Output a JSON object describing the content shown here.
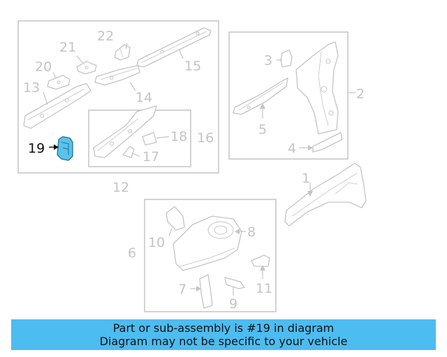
{
  "labels": {
    "l1": "1",
    "l2": "2",
    "l3": "3",
    "l4": "4",
    "l5": "5",
    "l6": "6",
    "l7": "7",
    "l8": "8",
    "l9": "9",
    "l10": "10",
    "l11": "11",
    "l12": "12",
    "l13": "13",
    "l14": "14",
    "l15": "15",
    "l16": "16",
    "l17": "17",
    "l18": "18",
    "l19": "19",
    "l20": "20",
    "l21": "21",
    "l22": "22"
  },
  "highlight": {
    "part": "19",
    "color": "#5bc2ea",
    "outline": "#1d6f96"
  },
  "banner": {
    "line1": "Part or sub-assembly is #19 in diagram",
    "line2": "Diagram may not be specific to your vehicle",
    "background": "#4dbcf0"
  }
}
